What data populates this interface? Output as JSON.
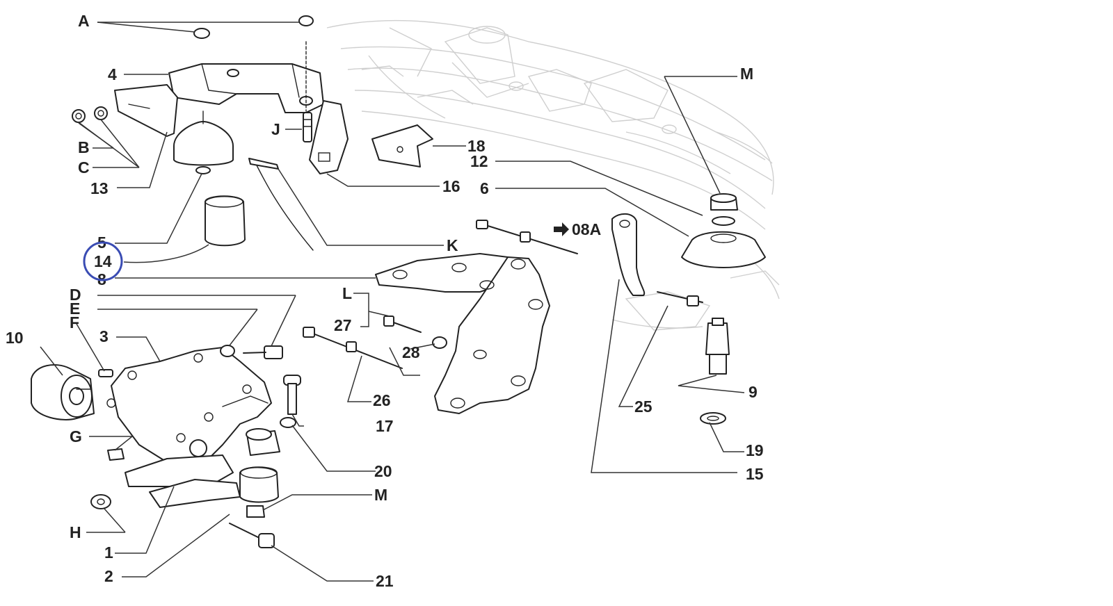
{
  "diagram": {
    "highlight_label": "14",
    "labels": {
      "A": "A",
      "B": "B",
      "C": "C",
      "D": "D",
      "E": "E",
      "F": "F",
      "G": "G",
      "H": "H",
      "J": "J",
      "K": "K",
      "L": "L",
      "M1": "M",
      "M2": "M",
      "n1": "1",
      "n2": "2",
      "n3": "3",
      "n4": "4",
      "n5": "5",
      "n6": "6",
      "n8": "8",
      "n9": "9",
      "n10": "10",
      "n12": "12",
      "n13": "13",
      "n14": "14",
      "n15": "15",
      "n16": "16",
      "n17": "17",
      "n18": "18",
      "n19": "19",
      "n20": "20",
      "n21": "21",
      "n25": "25",
      "n26": "26",
      "n27": "27",
      "n28": "28",
      "ref08A": "08A"
    },
    "arrow_icon": "arrow-right-icon",
    "highlight_color": "#3a4cb3"
  }
}
